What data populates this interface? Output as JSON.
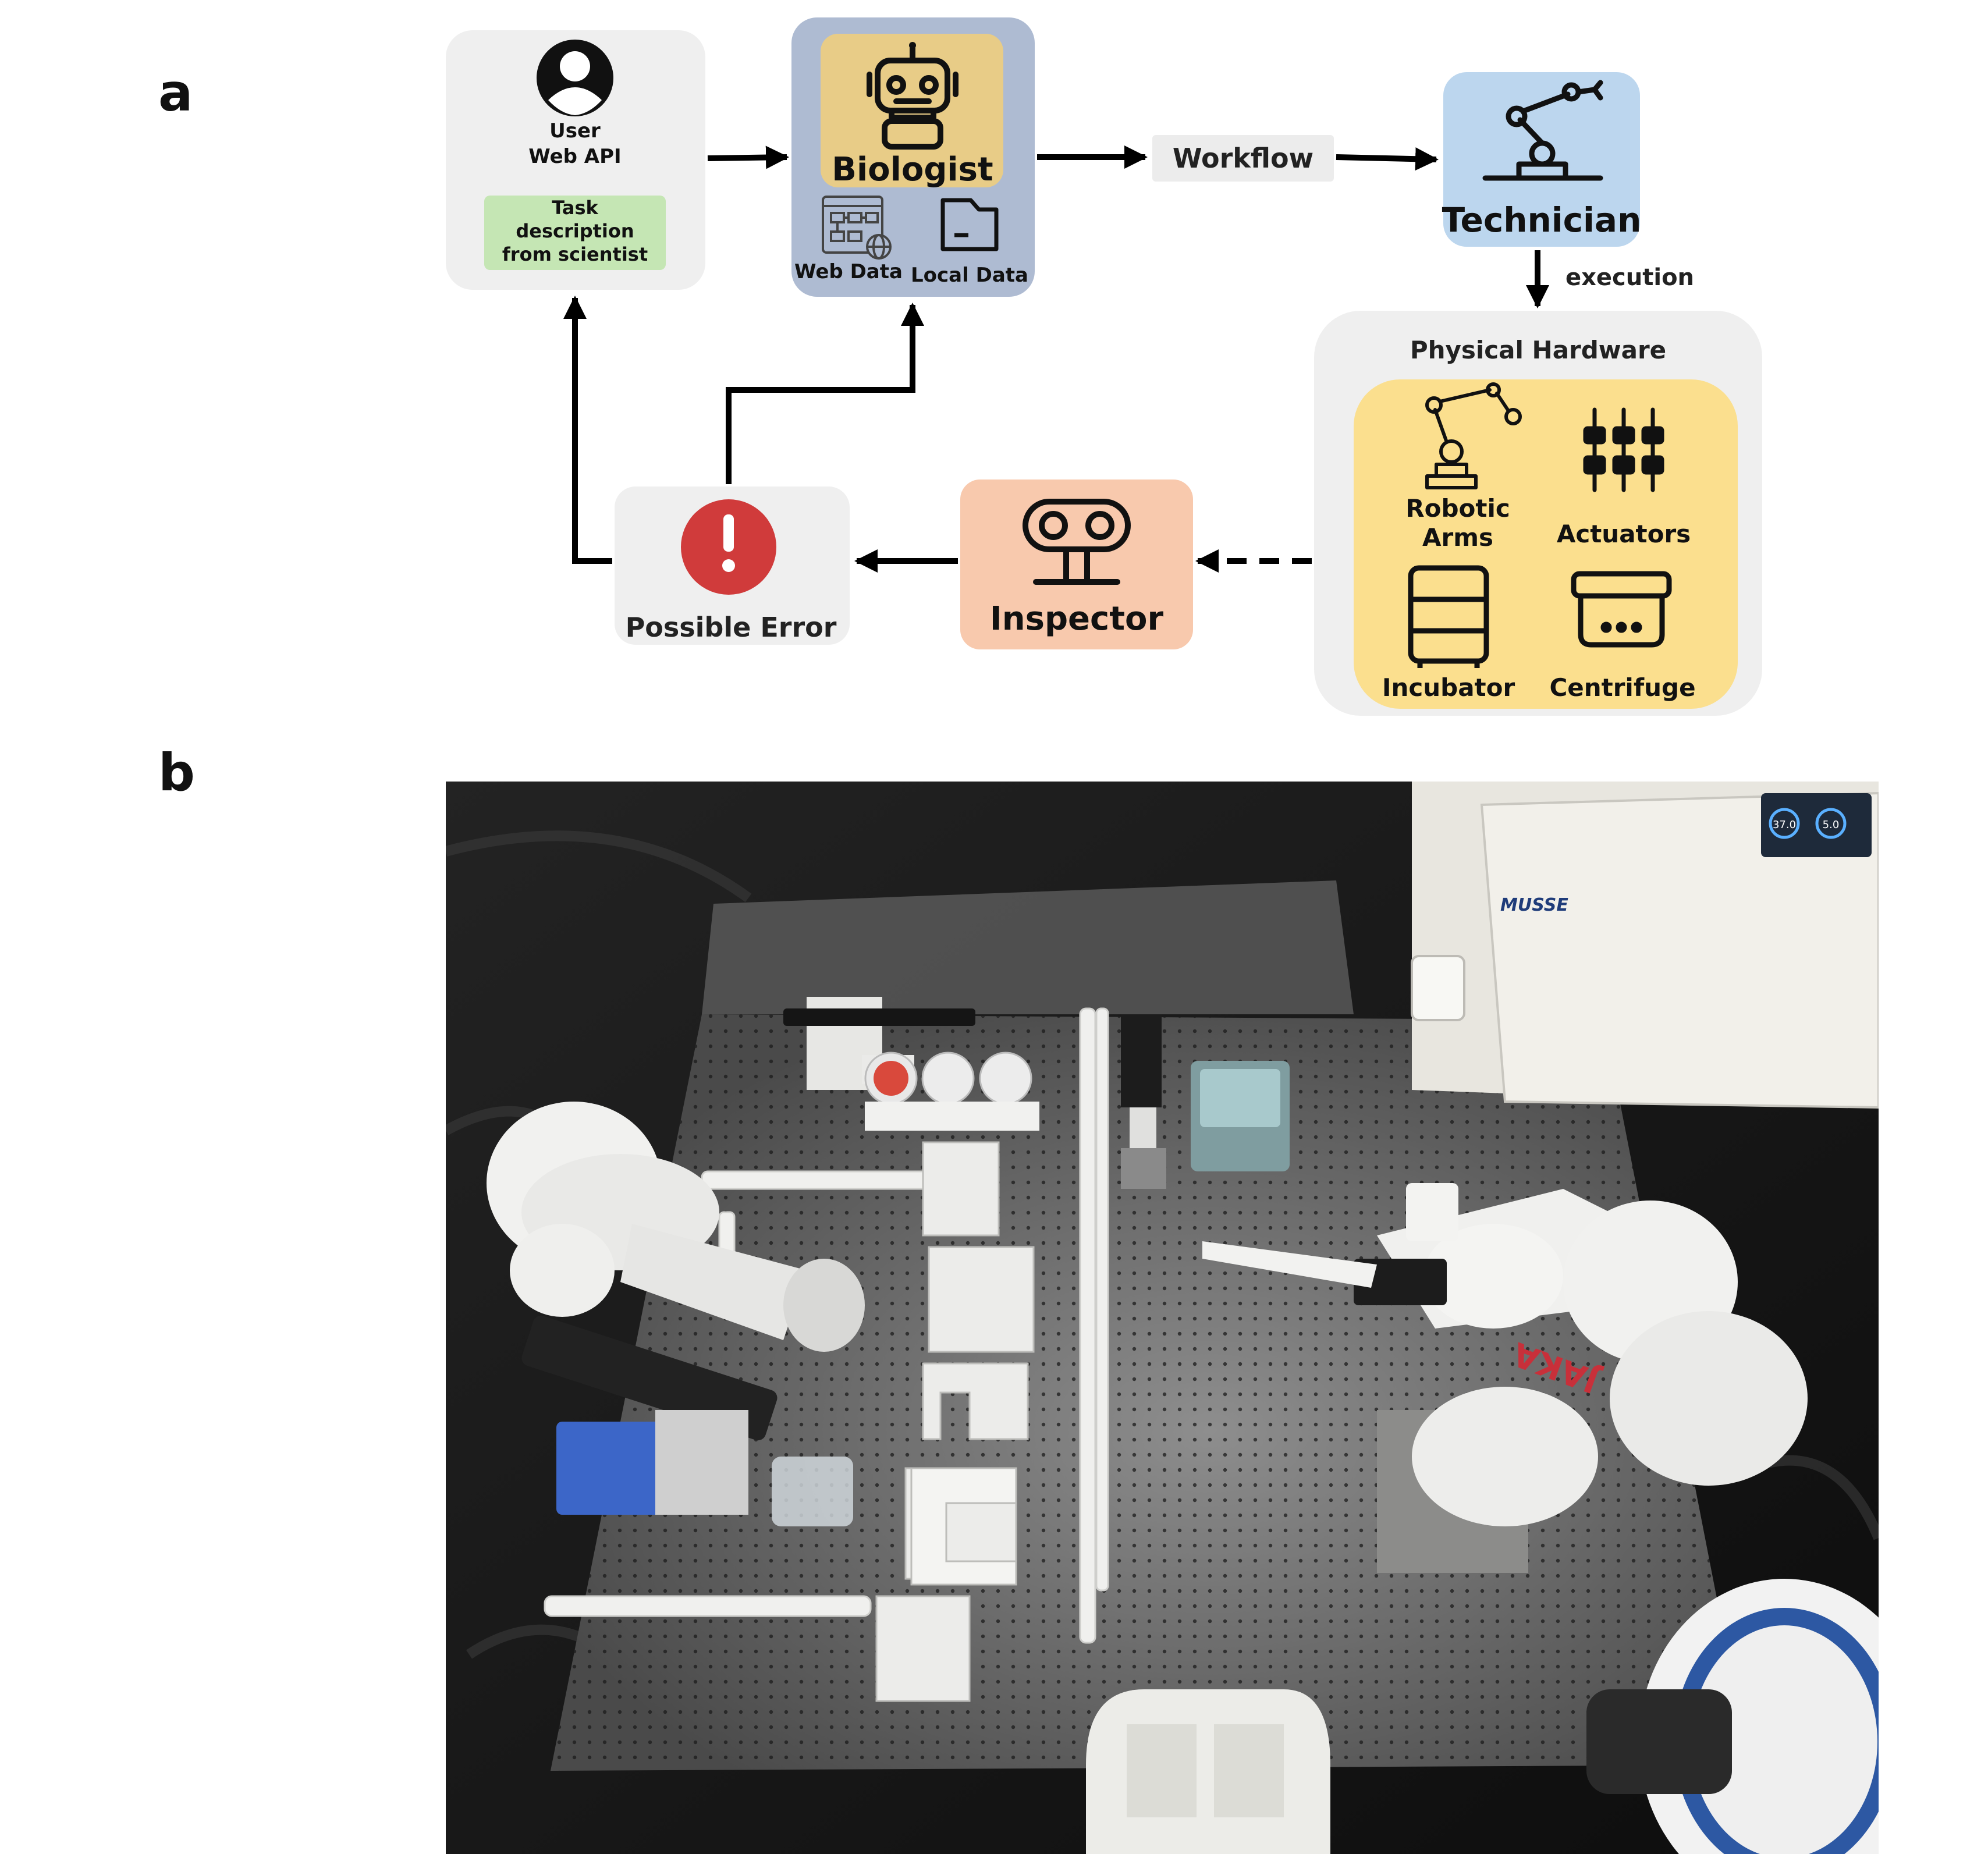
{
  "panels": {
    "a": "a",
    "b": "b"
  },
  "nodes": {
    "user": {
      "title": "User",
      "subtitle": "Web API",
      "task": [
        "Task",
        "description",
        "from scientist"
      ]
    },
    "biologist": {
      "title": "Biologist",
      "web_data": "Web Data",
      "local_data": "Local Data"
    },
    "workflow": "Workflow",
    "technician": "Technician",
    "execution": "execution",
    "hardware": {
      "title": "Physical Hardware",
      "robotic_arms": [
        "Robotic",
        "Arms"
      ],
      "actuators": "Actuators",
      "incubator": "Incubator",
      "centrifuge": "Centrifuge"
    },
    "inspector": "Inspector",
    "error": "Possible Error"
  },
  "photo": {
    "incubator_brand": "MUSSE",
    "arm_brand": "JAKA",
    "display_values": [
      "37.0",
      "5.0"
    ]
  },
  "colors": {
    "user_box": "#efefef",
    "task_box": "#c5e6b4",
    "biologist_outer": "#aebbd2",
    "biologist_inner": "#e8cc87",
    "workflow_box": "#ececec",
    "technician_box": "#bcd6ee",
    "hardware_outer": "#efefef",
    "hardware_inner": "#fbdf8e",
    "inspector_box": "#f8c9ad",
    "error_box": "#efefef",
    "error_icon": "#d03b3b"
  }
}
